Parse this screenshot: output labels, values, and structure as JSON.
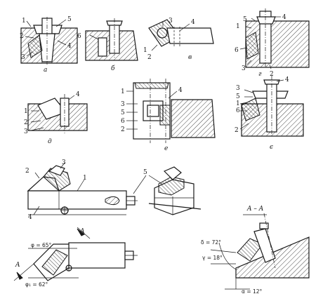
{
  "figures": {
    "a": {
      "caption": "а",
      "callouts": [
        "1",
        "2",
        "3",
        "4",
        "5"
      ]
    },
    "b": {
      "caption": "б",
      "callouts": [
        "6"
      ]
    },
    "v": {
      "caption": "в",
      "callouts": [
        "1",
        "2",
        "3",
        "4"
      ]
    },
    "g": {
      "caption": "г",
      "callouts": [
        "1",
        "2",
        "3",
        "4",
        "5",
        "6"
      ]
    },
    "d": {
      "caption": "д",
      "callouts": [
        "1",
        "2",
        "3",
        "4"
      ]
    },
    "e": {
      "caption": "е",
      "callouts": [
        "1",
        "2",
        "3",
        "4",
        "5",
        "6"
      ]
    },
    "ye": {
      "caption": "є",
      "callouts": [
        "1",
        "2",
        "3",
        "4",
        "5",
        "6"
      ]
    },
    "holder": {
      "callouts": [
        "1",
        "2",
        "3",
        "4",
        "5"
      ]
    },
    "plan": {
      "angle_1": "φ = 65°",
      "angle_2": "φ₁ = 62°",
      "section_mark": "A"
    },
    "section": {
      "title": "A – A",
      "angle_delta": "δ = 72°",
      "angle_gamma": "γ = 18°",
      "angle_alpha": "α = 12°"
    }
  }
}
